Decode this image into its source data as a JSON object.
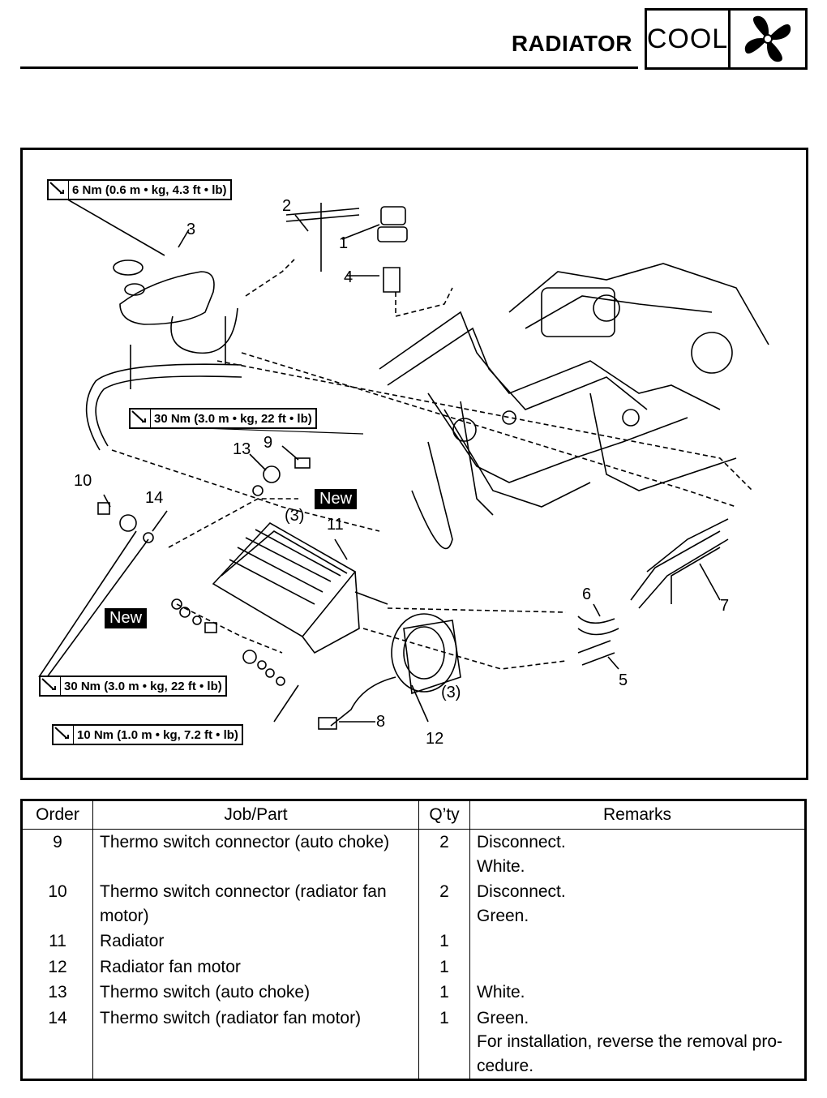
{
  "header": {
    "title": "RADIATOR",
    "section_label": "COOL",
    "section_icon": "fan-icon"
  },
  "diagram": {
    "torques": [
      {
        "text": "6 Nm (0.6 m • kg, 4.3 ft • lb)"
      },
      {
        "text": "30 Nm (3.0 m • kg, 22 ft • lb)"
      },
      {
        "text": "30 Nm (3.0 m • kg, 22 ft • lb)"
      },
      {
        "text": "10 Nm (1.0 m • kg, 7.2 ft • lb)"
      }
    ],
    "new_label": "New",
    "callouts": [
      "1",
      "2",
      "3",
      "4",
      "5",
      "6",
      "7",
      "8",
      "9",
      "10",
      "11",
      "12",
      "13",
      "14",
      "(3)",
      "(3)"
    ],
    "torque_icon": "torque-wrench-icon"
  },
  "table": {
    "headers": [
      "Order",
      "Job/Part",
      "Q’ty",
      "Remarks"
    ],
    "rows": [
      {
        "order": "9",
        "part": "Thermo switch connector (auto choke)",
        "qty": "2",
        "remarks": [
          "Disconnect.",
          "White."
        ]
      },
      {
        "order": "10",
        "part": "Thermo switch connector (radiator fan motor)",
        "qty": "2",
        "remarks": [
          "Disconnect.",
          "Green."
        ]
      },
      {
        "order": "11",
        "part": "Radiator",
        "qty": "1",
        "remarks": []
      },
      {
        "order": "12",
        "part": "Radiator fan motor",
        "qty": "1",
        "remarks": []
      },
      {
        "order": "13",
        "part": "Thermo switch (auto choke)",
        "qty": "1",
        "remarks": [
          "White."
        ]
      },
      {
        "order": "14",
        "part": "Thermo switch (radiator fan motor)",
        "qty": "1",
        "remarks": [
          "Green.",
          "For installation, reverse the removal pro-cedure."
        ]
      }
    ]
  }
}
